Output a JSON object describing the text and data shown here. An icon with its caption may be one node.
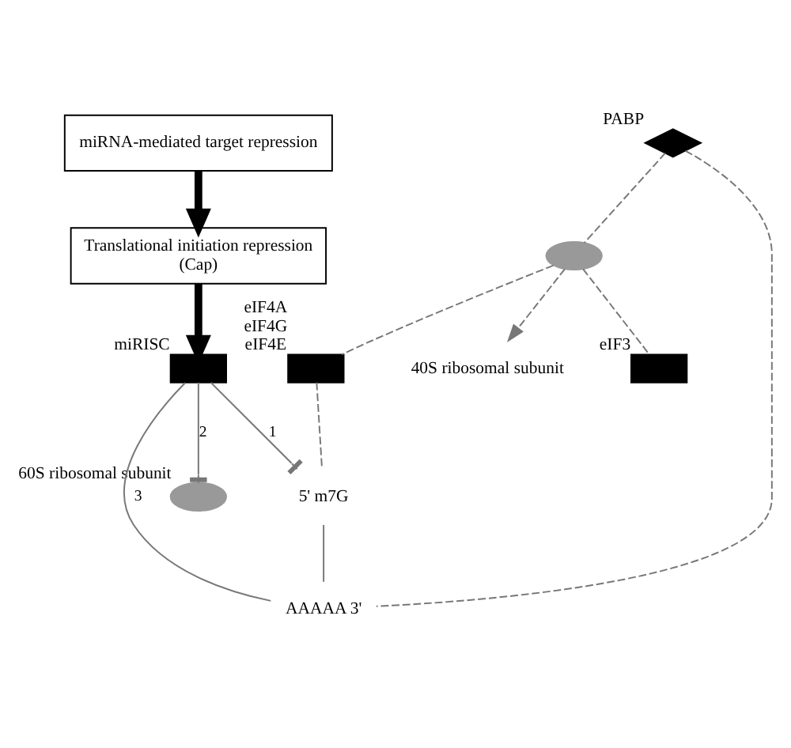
{
  "diagram": {
    "nodes": [
      {
        "text": [
          "miRNA-mediated target repression"
        ]
      },
      {
        "text": [
          "Translational initiation repression",
          "(Cap)"
        ]
      },
      {
        "text": [],
        "shape": "box",
        "beside": [
          "miRISC"
        ]
      },
      {
        "text": [],
        "shape": "diamond",
        "beside": [
          "PABP"
        ]
      },
      {
        "text": [],
        "shape": "ellipse"
      },
      {
        "text": [],
        "shape": "box",
        "beside": [
          "eIF4A",
          "eIF4G",
          "eIF4E"
        ]
      },
      {
        "text": [],
        "shape": "box",
        "beside": [
          "eIF3"
        ]
      },
      {
        "text": [
          "40S ribosomal subunit"
        ]
      },
      {
        "text": [
          "5' m7G"
        ]
      },
      {
        "text": [],
        "shape": "ellipse",
        "beside": [
          "60S ribosomal subunit"
        ]
      },
      {
        "text": [
          "AAAAA 3'"
        ]
      }
    ],
    "edges": [
      {
        "from": 0,
        "to": 1,
        "arrow": "to",
        "style": "thick",
        "color": "#000000"
      },
      {
        "from": 1,
        "to": 2,
        "arrow": "to",
        "style": "thick",
        "color": "#000000"
      },
      {
        "from": 2,
        "to": 10,
        "arrow": "none",
        "label": "3"
      },
      {
        "from": 2,
        "to": 8,
        "arrow": "other",
        "label": "1"
      },
      {
        "from": 2,
        "to": 9,
        "arrow": "other",
        "label": "2"
      },
      {
        "from": 3,
        "to": 4,
        "arrow": "none",
        "style": "dashed"
      },
      {
        "from": 3,
        "to": 10,
        "arrow": "none",
        "style": "dashed"
      },
      {
        "from": 4,
        "to": 5,
        "arrow": "none",
        "style": "dashed"
      },
      {
        "from": 4,
        "to": 6,
        "arrow": "none",
        "style": "dashed"
      },
      {
        "from": 4,
        "to": 7,
        "arrow": "to",
        "style": "dashed"
      },
      {
        "from": 5,
        "to": 8,
        "arrow": "none",
        "style": "dashed"
      },
      {
        "from": 8,
        "to": 10,
        "arrow": "none"
      }
    ]
  }
}
